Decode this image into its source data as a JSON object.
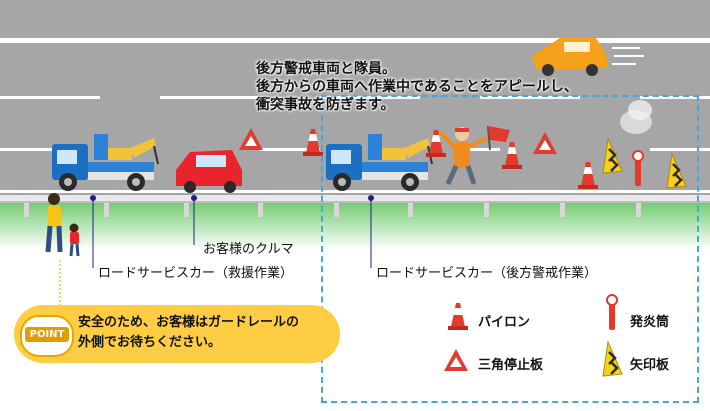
{
  "callout": {
    "line1": "後方警戒車両と隊員。",
    "line2": "後方からの車両へ作業中であることをアピールし、",
    "line3": "衝突事故を防ぎます。"
  },
  "labels": {
    "customer_car": "お客様のクルマ",
    "rescue_car": "ロードサービスカー（救援作業）",
    "rear_guard_car": "ロードサービスカー（後方警戒作業）"
  },
  "point": {
    "badge": "POINT",
    "line1": "安全のため、お客様はガードレールの",
    "line2": "外側でお待ちください。"
  },
  "legend": [
    {
      "icon": "pylon-icon",
      "label": "パイロン"
    },
    {
      "icon": "flare-icon",
      "label": "発炎筒"
    },
    {
      "icon": "triangle-sign-icon",
      "label": "三角停止板"
    },
    {
      "icon": "arrow-board-icon",
      "label": "矢印板"
    }
  ],
  "colors": {
    "road": "#a6a6a6",
    "grass": "#45b649",
    "truck_blue": "#1d6fc4",
    "customer_car_red": "#e8252c",
    "oncoming_car_orange": "#f5a11a",
    "pylon_red": "#e23b2e",
    "point_yellow": "#ffcd43",
    "dash_blue": "#45a7d6"
  }
}
